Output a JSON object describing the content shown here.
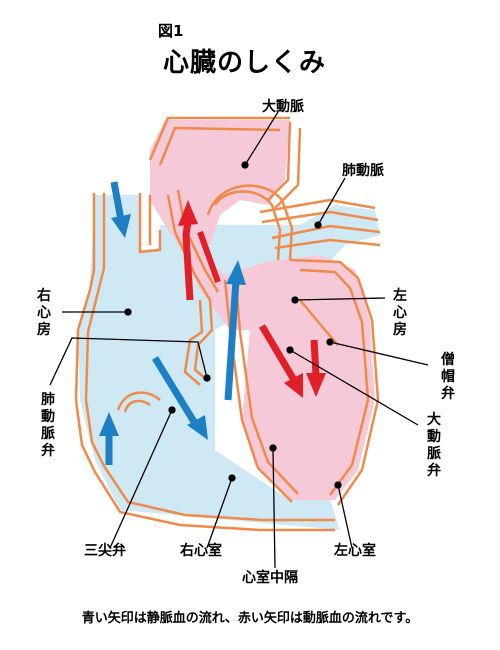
{
  "figure": {
    "label": "図1",
    "title": "心臓のしくみ"
  },
  "labels": {
    "aorta": "大動脈",
    "pulmonary_artery": "肺動脈",
    "right_atrium": "右心房",
    "left_atrium": "左心房",
    "mitral_valve": "僧帽弁",
    "aortic_valve": "大動脈弁",
    "pulmonary_valve": "肺動脈弁",
    "tricuspid_valve": "三尖弁",
    "right_ventricle": "右心室",
    "left_ventricle": "左心室",
    "septum": "心室中隔"
  },
  "caption": "青い矢印は静脈血の流れ、赤い矢印は動脈血の流れです。",
  "colors": {
    "venous_fill": "#cfe9f4",
    "arterial_fill": "#f6c9d9",
    "wall": "#f08a4b",
    "blue_arrow": "#1f7fc4",
    "red_arrow": "#e01f26",
    "pointer": "#000000"
  }
}
